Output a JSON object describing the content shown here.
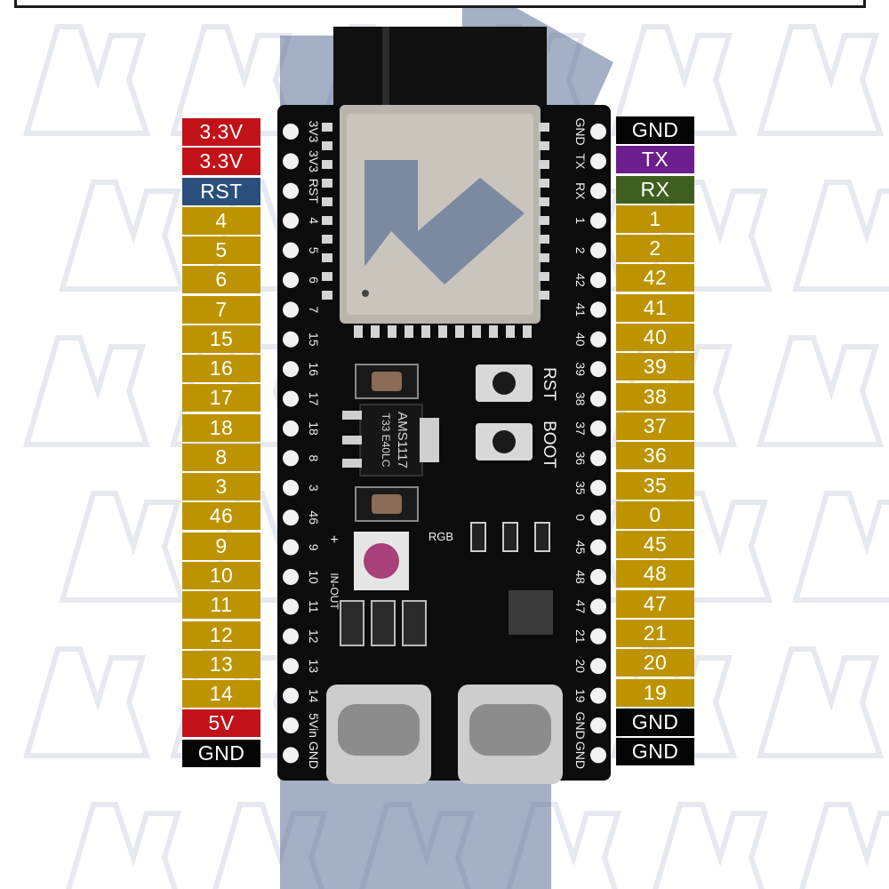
{
  "colors": {
    "power": "#c1121a",
    "ground": "#050505",
    "reset": "#2a4f7d",
    "gpio": "#bd9400",
    "tx": "#6c1f8c",
    "rx": "#3e5f1f",
    "board": "#0c0c0c",
    "watermark": "#5a6f96"
  },
  "left_pins": [
    {
      "label": "3.3V",
      "color_key": "power"
    },
    {
      "label": "3.3V",
      "color_key": "power"
    },
    {
      "label": "RST",
      "color_key": "reset"
    },
    {
      "label": "4",
      "color_key": "gpio"
    },
    {
      "label": "5",
      "color_key": "gpio"
    },
    {
      "label": "6",
      "color_key": "gpio"
    },
    {
      "label": "7",
      "color_key": "gpio"
    },
    {
      "label": "15",
      "color_key": "gpio"
    },
    {
      "label": "16",
      "color_key": "gpio"
    },
    {
      "label": "17",
      "color_key": "gpio"
    },
    {
      "label": "18",
      "color_key": "gpio"
    },
    {
      "label": "8",
      "color_key": "gpio"
    },
    {
      "label": "3",
      "color_key": "gpio"
    },
    {
      "label": "46",
      "color_key": "gpio"
    },
    {
      "label": "9",
      "color_key": "gpio"
    },
    {
      "label": "10",
      "color_key": "gpio"
    },
    {
      "label": "11",
      "color_key": "gpio"
    },
    {
      "label": "12",
      "color_key": "gpio"
    },
    {
      "label": "13",
      "color_key": "gpio"
    },
    {
      "label": "14",
      "color_key": "gpio"
    },
    {
      "label": "5V",
      "color_key": "power"
    },
    {
      "label": "GND",
      "color_key": "ground"
    }
  ],
  "right_pins": [
    {
      "label": "GND",
      "color_key": "ground"
    },
    {
      "label": "TX",
      "color_key": "tx"
    },
    {
      "label": "RX",
      "color_key": "rx"
    },
    {
      "label": "1",
      "color_key": "gpio"
    },
    {
      "label": "2",
      "color_key": "gpio"
    },
    {
      "label": "42",
      "color_key": "gpio"
    },
    {
      "label": "41",
      "color_key": "gpio"
    },
    {
      "label": "40",
      "color_key": "gpio"
    },
    {
      "label": "39",
      "color_key": "gpio"
    },
    {
      "label": "38",
      "color_key": "gpio"
    },
    {
      "label": "37",
      "color_key": "gpio"
    },
    {
      "label": "36",
      "color_key": "gpio"
    },
    {
      "label": "35",
      "color_key": "gpio"
    },
    {
      "label": "0",
      "color_key": "gpio"
    },
    {
      "label": "45",
      "color_key": "gpio"
    },
    {
      "label": "48",
      "color_key": "gpio"
    },
    {
      "label": "47",
      "color_key": "gpio"
    },
    {
      "label": "21",
      "color_key": "gpio"
    },
    {
      "label": "20",
      "color_key": "gpio"
    },
    {
      "label": "19",
      "color_key": "gpio"
    },
    {
      "label": "GND",
      "color_key": "ground"
    },
    {
      "label": "GND",
      "color_key": "ground"
    }
  ],
  "silkscreen": {
    "left": [
      "3V3",
      "3V3",
      "RST",
      "4",
      "5",
      "6",
      "7",
      "15",
      "16",
      "17",
      "18",
      "8",
      "3",
      "46",
      "9",
      "10",
      "11",
      "12",
      "13",
      "14",
      "5Vin",
      "GND"
    ],
    "right": [
      "GND",
      "TX",
      "RX",
      "1",
      "2",
      "42",
      "41",
      "40",
      "39",
      "38",
      "37",
      "36",
      "35",
      "0",
      "45",
      "48",
      "47",
      "21",
      "20",
      "19",
      "GND",
      "GND"
    ],
    "rst_button": "RST",
    "boot_button": "BOOT",
    "rgb": "RGB",
    "regulator": "AMS1117",
    "regulator_code": "T33 E40LC",
    "plus": "+",
    "in_out": "IN-OUT"
  },
  "icons": {
    "usb_left": "usb-c-icon",
    "usb_right": "usb-c-icon",
    "wifi_module": "esp32-module-icon"
  }
}
